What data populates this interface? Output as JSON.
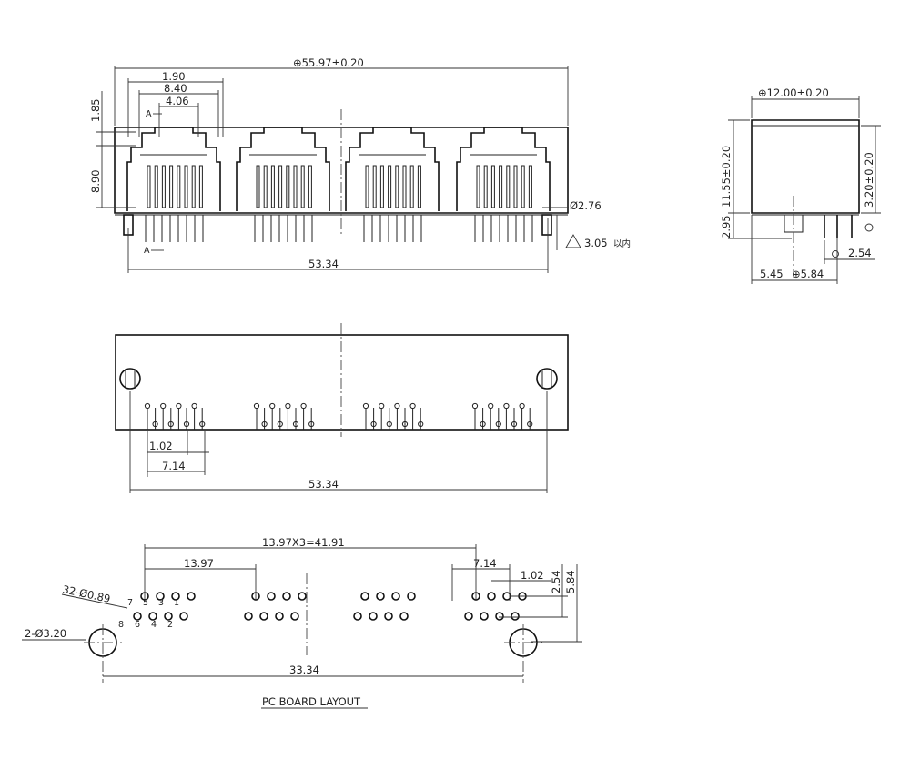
{
  "front_view": {
    "overall_width": "⊕55.97±0.20",
    "dim_1_90": "1.90",
    "dim_8_40": "8.40",
    "dim_4_06": "4.06",
    "dim_1_85": "1.85",
    "dim_8_90": "8.90",
    "dim_2_76": "Ø2.76",
    "dim_3_05": "3.05",
    "dim_3_05_suffix": "以内",
    "pitch_53_34": "53.34",
    "section_a": "A"
  },
  "side_view": {
    "width": "⊕12.00±0.20",
    "height_11_55": "11.55±0.20",
    "height_3_20": "3.20±0.20",
    "dim_2_95": "2.95",
    "dim_2_54": "2.54",
    "dim_5_45": "5.45",
    "dim_5_84": "⊕5.84"
  },
  "bottom_view": {
    "pin_pitch": "1.02",
    "row_span": "7.14",
    "peg_pitch": "53.34"
  },
  "pcb_layout": {
    "port_pitch": "13.97",
    "total_pitch": "13.97X3=41.91",
    "row_span": "7.14",
    "pin_pitch": "1.02",
    "row_offset": "2.54",
    "peg_offset": "5.84",
    "pin_holes": "32-Ø0.89",
    "peg_holes": "2-Ø3.20",
    "peg_pitch": "33.34",
    "pin_numbers_top": [
      "7",
      "5",
      "3",
      "1"
    ],
    "pin_numbers_bottom": [
      "8",
      "6",
      "4",
      "2"
    ],
    "caption": "PC BOARD LAYOUT"
  }
}
